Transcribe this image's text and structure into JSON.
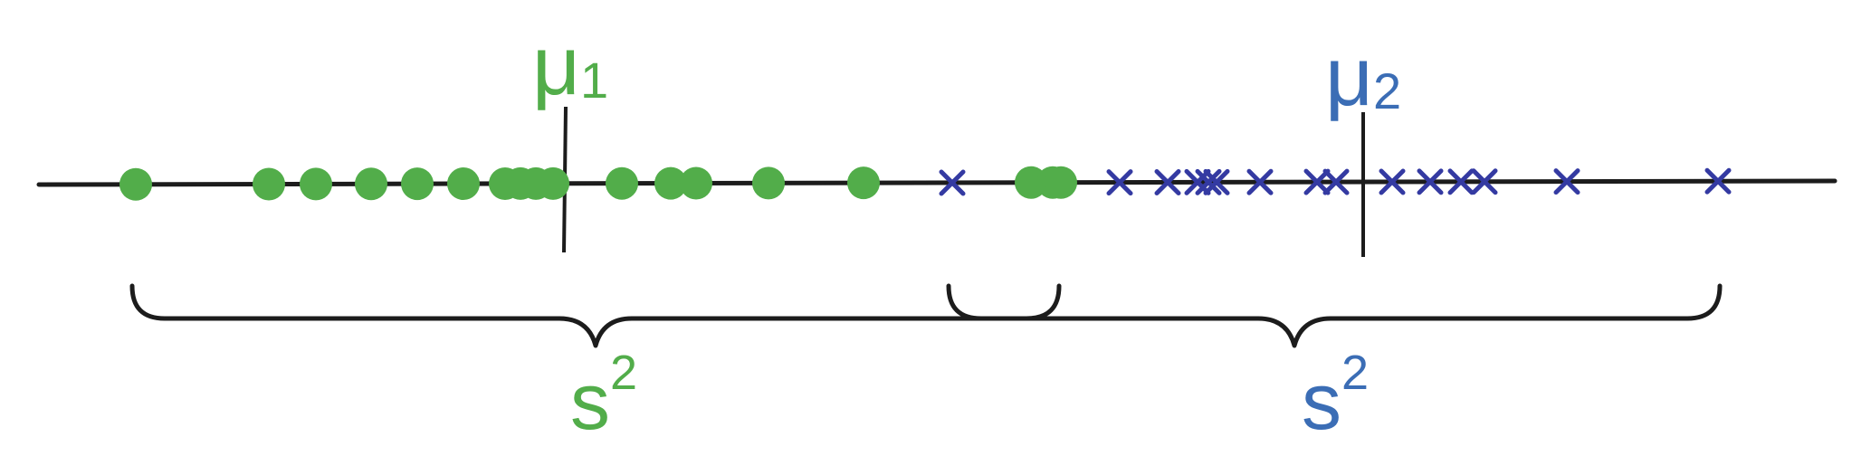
{
  "colors": {
    "group1": "#52ad4a",
    "group2_marker": "#343aa2",
    "group2_label": "#3b6db5",
    "line": "#1c1c1c",
    "background": "#ffffff"
  },
  "labels": {
    "mu1_symbol": "μ",
    "mu1_sub": "1",
    "mu2_symbol": "μ",
    "mu2_sub": "2",
    "s2_left_base": "s",
    "s2_left_sup": "2",
    "s2_right_base": "s",
    "s2_right_sup": "2"
  },
  "groups": [
    {
      "name": "group1",
      "marker": "circle-icon",
      "color_key": "group1",
      "count": 18
    },
    {
      "name": "group2",
      "marker": "cross-icon",
      "color_key": "group2_marker",
      "count": 15
    }
  ]
}
